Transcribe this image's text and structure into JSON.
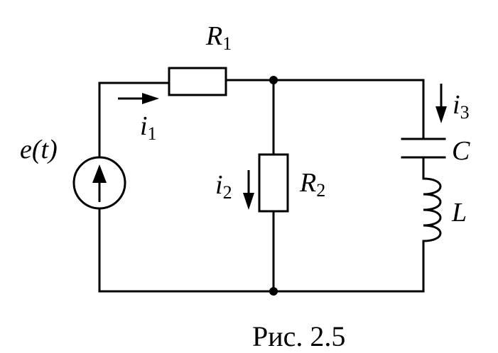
{
  "labels": {
    "source": "e(t)",
    "r1": {
      "main": "R",
      "sub": "1"
    },
    "r2": {
      "main": "R",
      "sub": "2"
    },
    "i1": {
      "main": "i",
      "sub": "1"
    },
    "i2": {
      "main": "i",
      "sub": "2"
    },
    "i3": {
      "main": "i",
      "sub": "3"
    },
    "c": "C",
    "l": "L"
  },
  "caption": "Рис. 2.5"
}
